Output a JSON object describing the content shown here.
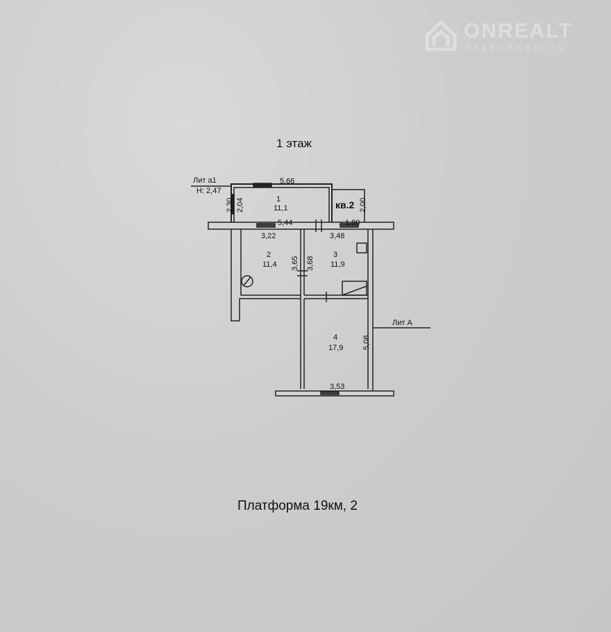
{
  "watermark": {
    "brand": "ONREALT",
    "tagline": "НЕДВИЖИМОСТЬ"
  },
  "title": "1 этаж",
  "address": "Платформа 19км, 2",
  "plan": {
    "lit_a1": "Лит а1",
    "height": "Н: 2,47",
    "lit_a": "Лит А",
    "apartment": "кв.2",
    "rooms": [
      {
        "number": "1",
        "area": "11,1"
      },
      {
        "number": "2",
        "area": "11,4"
      },
      {
        "number": "3",
        "area": "11,9"
      },
      {
        "number": "4",
        "area": "17,9"
      }
    ],
    "dimensions": {
      "d566": "5,66",
      "d230": "2,30",
      "d204": "2,04",
      "d544": "5,44",
      "d180": "1,80",
      "d200": "2,00",
      "d322": "3,22",
      "d348": "3,48",
      "d365": "3,65",
      "d368": "3,68",
      "d508": "5,08",
      "d353": "3,53"
    }
  }
}
